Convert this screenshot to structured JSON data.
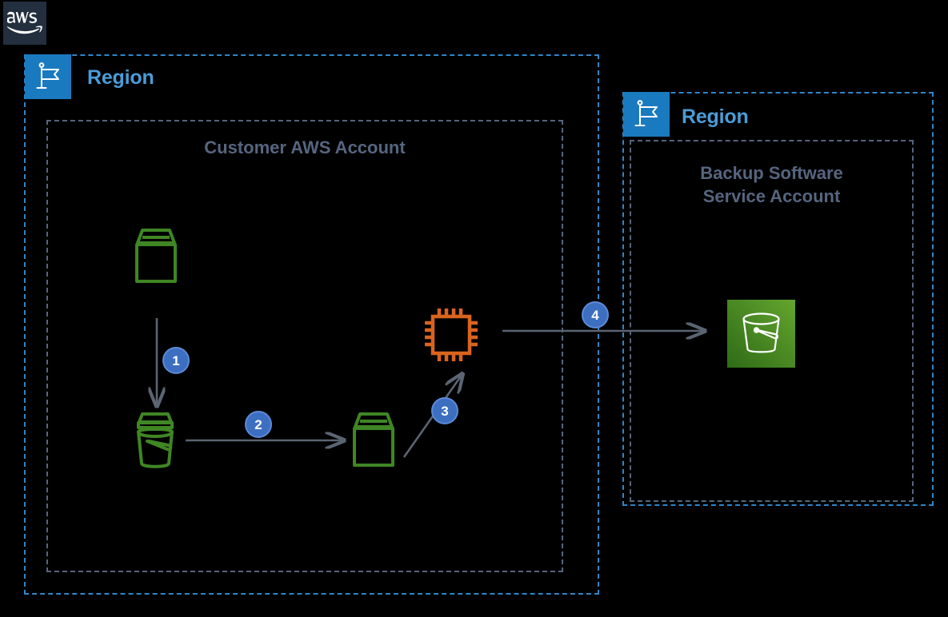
{
  "brand": {
    "logo_name": "aws-logo",
    "logo_text": "aws",
    "logo_bg": "#232F3E"
  },
  "colors": {
    "region_border": "#2E86C8",
    "region_badge_bg": "#1A7AC0",
    "region_label": "#4B9CD8",
    "account_border": "#56657F",
    "account_label": "#56657F",
    "arrow": "#5A6472",
    "badge_fill": "#3D6FC0",
    "badge_stroke": "#5C8AD6",
    "s3_green": "#3F8624",
    "s3_tile_green": "#4B932B",
    "compute_orange": "#D9641E",
    "background": "#000000"
  },
  "regions": [
    {
      "name": "region-left",
      "label": "Region",
      "icon": "region-flag-icon"
    },
    {
      "name": "region-right",
      "label": "Region",
      "icon": "region-flag-icon"
    }
  ],
  "accounts": [
    {
      "name": "customer-aws-account",
      "title": "Customer AWS Account"
    },
    {
      "name": "backup-software-service-account",
      "title": "Backup Software\nService Account"
    }
  ],
  "icons": [
    {
      "name": "s3-bucket-source-icon",
      "label": "s3-bucket-icon"
    },
    {
      "name": "s3-glacier-vault-icon",
      "label": "glacier-vault-icon"
    },
    {
      "name": "s3-bucket-staging-icon",
      "label": "s3-bucket-icon"
    },
    {
      "name": "compute-chip-icon",
      "label": "compute-chip-icon"
    },
    {
      "name": "s3-bucket-remote-icon",
      "label": "s3-bucket-tile-icon"
    }
  ],
  "steps": [
    {
      "number": "1"
    },
    {
      "number": "2"
    },
    {
      "number": "3"
    },
    {
      "number": "4"
    }
  ],
  "arrows": [
    {
      "name": "arrow-step-1",
      "from": "s3-bucket-source-icon",
      "to": "s3-glacier-vault-icon",
      "direction": "down"
    },
    {
      "name": "arrow-step-2",
      "from": "s3-glacier-vault-icon",
      "to": "s3-bucket-staging-icon",
      "direction": "right"
    },
    {
      "name": "arrow-step-3",
      "from": "s3-bucket-staging-icon",
      "to": "compute-chip-icon",
      "direction": "up-right"
    },
    {
      "name": "arrow-step-4",
      "from": "compute-chip-icon",
      "to": "s3-bucket-remote-icon",
      "direction": "right"
    }
  ]
}
